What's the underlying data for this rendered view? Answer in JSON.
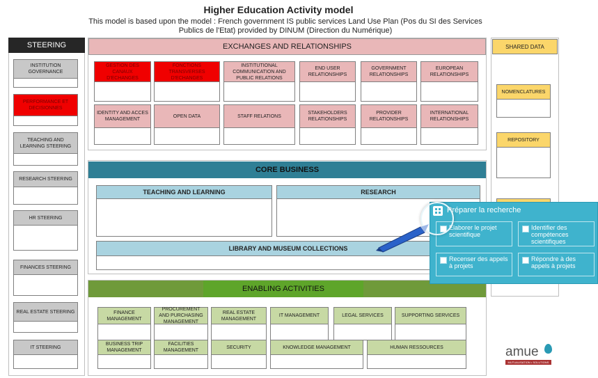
{
  "title": "Higher Education Activity model",
  "subtitle": "This model is based upon the model  : French government IS public services Land Use Plan (Pos du SI des Services Publics de l'Etat) provided by DINUM (Direction du Numérique)",
  "steering": {
    "header": "STEERING",
    "items": [
      "INSTITUTION GOVERNANCE",
      "PERFORMANCE ET DECISIONNES",
      "TEACHING AND LEARNING STEERING",
      "RESEARCH STEERING",
      "HR STEERING",
      "FINANCES STEERING",
      "REAL ESTATE STEERING",
      "IT STEERING"
    ]
  },
  "exchanges": {
    "header": "EXCHANGES AND RELATIONSHIPS",
    "row1": [
      "GESTION DES CANAUX D'ECHANGES",
      "FONCTIONS TRANSVERSES D'ECHANGES",
      "INSTITUTIONAL COMMUNICATION AND PUBLIC RELATIONS",
      "END USER RELATIONSHIPS",
      "GOVERNMENT RELATIONSHIPS",
      "EUROPEAN RELATIONSHIPS"
    ],
    "row2": [
      "IDENTITY AND ACCES MANAGEMENT",
      "OPEN DATA",
      "STAFF RELATIONS",
      "STAKEHOLDERS RELATIONSHIPS",
      "PROVIDER RELATIONSHIPS",
      "INTERNATIONAL RELATIONSHIPS"
    ]
  },
  "core": {
    "header": "CORE BUSINESS",
    "teaching": "TEACHING AND LEARNING",
    "research": "RESEARCH",
    "library": "LIBRARY AND MUSEUM COLLECTIONS"
  },
  "enabling": {
    "header": "ENABLING ACTIVITIES",
    "row1": [
      "FINANCE MANAGEMENT",
      "PROCUREMENT AND PURCHASING MANAGEMENT",
      "REAL ESTATE MANAGEMENT",
      "IT MANAGEMENT",
      "LEGAL SERVICES",
      "SUPPORTING SERVICES"
    ],
    "row2": [
      "BUSINESS TRIP MANAGEMENT",
      "FACILITIES MANAGEMENT",
      "SECURITY",
      "KNOWLEDGE MANAGEMENT",
      "HUMAN RESSOURCES"
    ]
  },
  "shared": {
    "header": "SHARED DATA",
    "items": [
      "NOMENCLATURES",
      "REPOSITORY"
    ]
  },
  "popup": {
    "title": "Préparer la recherche",
    "cards": [
      "Elaborer le projet scientifique",
      "Identifier des compétences scientifiques",
      "Recenser des appels à projets",
      "Répondre à des appels à projets"
    ]
  },
  "logo": {
    "name": "amue",
    "tagline": "MUTUALISATION • SOLUTIONS"
  },
  "colors": {
    "steering_header": "#262626",
    "exchanges_header": "#e9b7b8",
    "red_item": "#f00000",
    "core_header": "#2f7f95",
    "core_sub": "#a9d3e0",
    "enabling_header": "#6f9a3a",
    "enabling_item": "#c7d9a4",
    "shared": "#fbd66a",
    "popup": "#3fb3cd"
  }
}
